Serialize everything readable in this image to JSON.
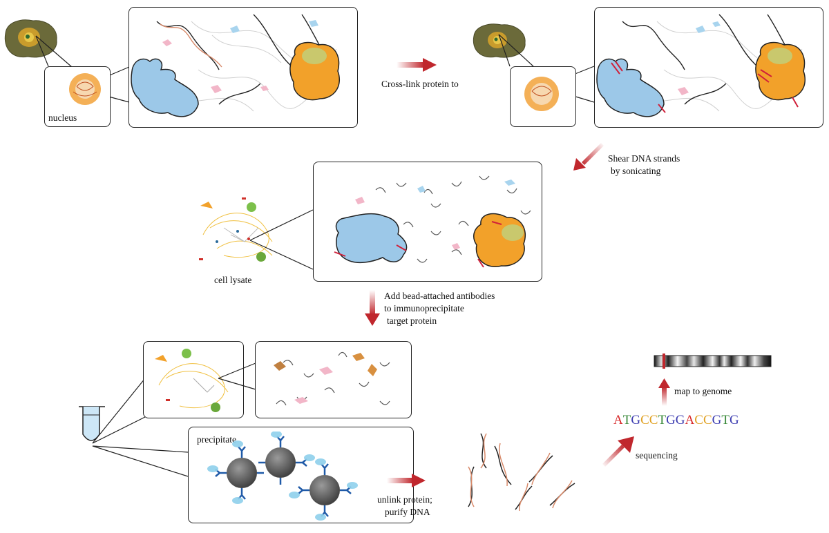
{
  "labels": {
    "nucleus": "nucleus",
    "crosslink": "Cross-link protein to",
    "shear_line1": "Shear DNA strands",
    "shear_line2": "by sonicating",
    "cell_lysate": "cell lysate",
    "add_line1": "Add bead-attached antibodies",
    "add_line2": "to immunoprecipitate",
    "add_line3": "target protein",
    "precipitate": "precipitate",
    "unlink_line1": "unlink protein;",
    "unlink_line2": "purify DNA",
    "sequencing": "sequencing",
    "map_to_genome": "map to genome"
  },
  "sequence": {
    "letters": [
      "A",
      "T",
      "G",
      "C",
      "C",
      "T",
      "G",
      "G",
      "A",
      "C",
      "C",
      "G",
      "T",
      "G"
    ],
    "letter_colors": {
      "A": "#d62728",
      "T": "#3a8a3a",
      "G": "#3b3bb0",
      "C": "#e0a020"
    }
  },
  "colors": {
    "arrow_red": "#c0272d",
    "protein_blue": "#9cc8e8",
    "protein_orange": "#f2a12a",
    "bead_gray": "#5a5a5a",
    "antibody_blue": "#1f5aa8"
  }
}
